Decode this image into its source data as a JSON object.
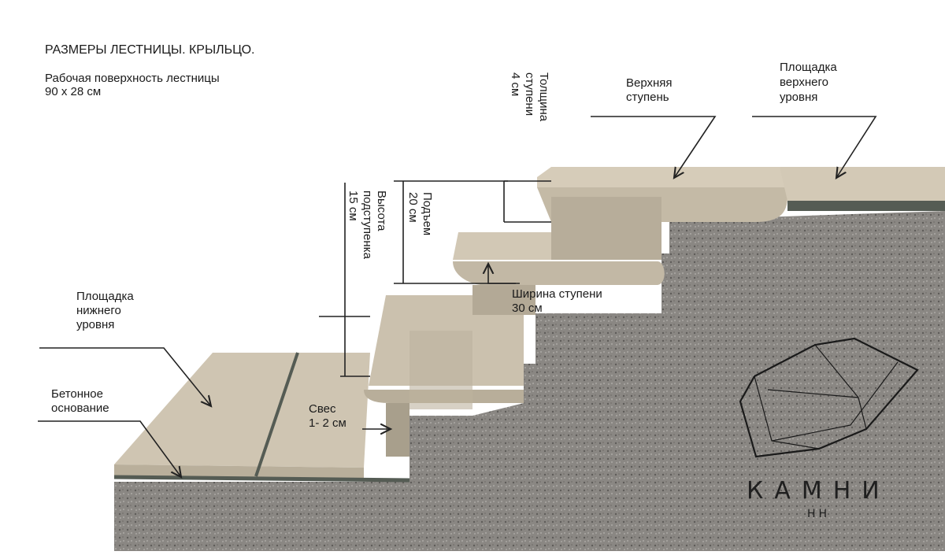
{
  "header": {
    "title": "РАЗМЕРЫ ЛЕСТНИЦЫ. КРЫЛЬЦО.",
    "surface_line1": "Рабочая поверхность лестницы",
    "surface_line2": "90 х 28 см"
  },
  "labels": {
    "top_step": [
      "Верхняя",
      "ступень"
    ],
    "upper_landing": [
      "Площадка",
      "верхнего",
      "уровня"
    ],
    "lower_landing": [
      "Площадка",
      "нижнего",
      "уровня"
    ],
    "concrete_base": [
      "Бетонное",
      "основание"
    ],
    "tread_width": [
      "Ширина ступени",
      "30 см"
    ],
    "overhang": [
      "Свес",
      "1- 2 см"
    ],
    "step_thickness": [
      "Толщина",
      "ступени",
      "4 см"
    ],
    "rise": [
      "Подъем",
      "20 см"
    ],
    "riser_height": [
      "Высота",
      "подступенка",
      "15 см"
    ]
  },
  "brand": {
    "name": "КАМНИ",
    "sub": "НН"
  },
  "colors": {
    "stone": "#cfc5b2",
    "stone_dark": "#a89f8c",
    "gravel": "#85827f",
    "concrete_edge": "#555c54",
    "line": "#222222"
  }
}
